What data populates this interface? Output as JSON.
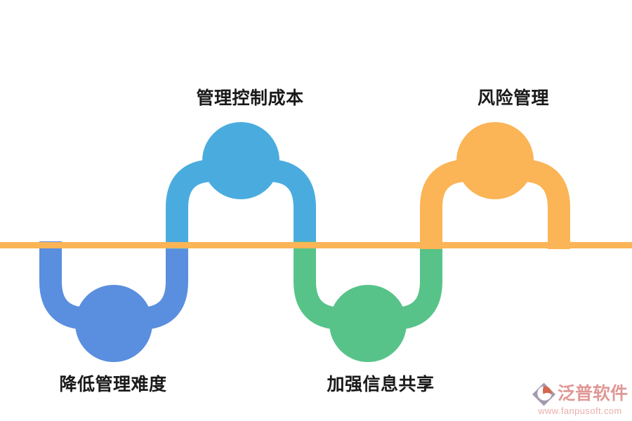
{
  "diagram": {
    "baseline_color": "#FBB456",
    "text_color": "#1A1A1A",
    "nodes": [
      {
        "label": "管理控制成本",
        "color": "#4AACDE",
        "position": "above-line"
      },
      {
        "label": "风险管理",
        "color": "#FBB456",
        "position": "above-line"
      },
      {
        "label": "降低管理难度",
        "color": "#5A8EDE",
        "position": "below-line"
      },
      {
        "label": "加强信息共享",
        "color": "#57C389",
        "position": "below-line"
      }
    ]
  },
  "watermark": {
    "brand": "泛普软件",
    "url": "www.fanpusoft.com",
    "brand_color": "#E09896",
    "url_color": "#E9AFAB",
    "icon": {
      "diamond_color": "#A49AAF",
      "inner_color": "#FFFFFF",
      "accent_color": "#D5654E"
    }
  }
}
